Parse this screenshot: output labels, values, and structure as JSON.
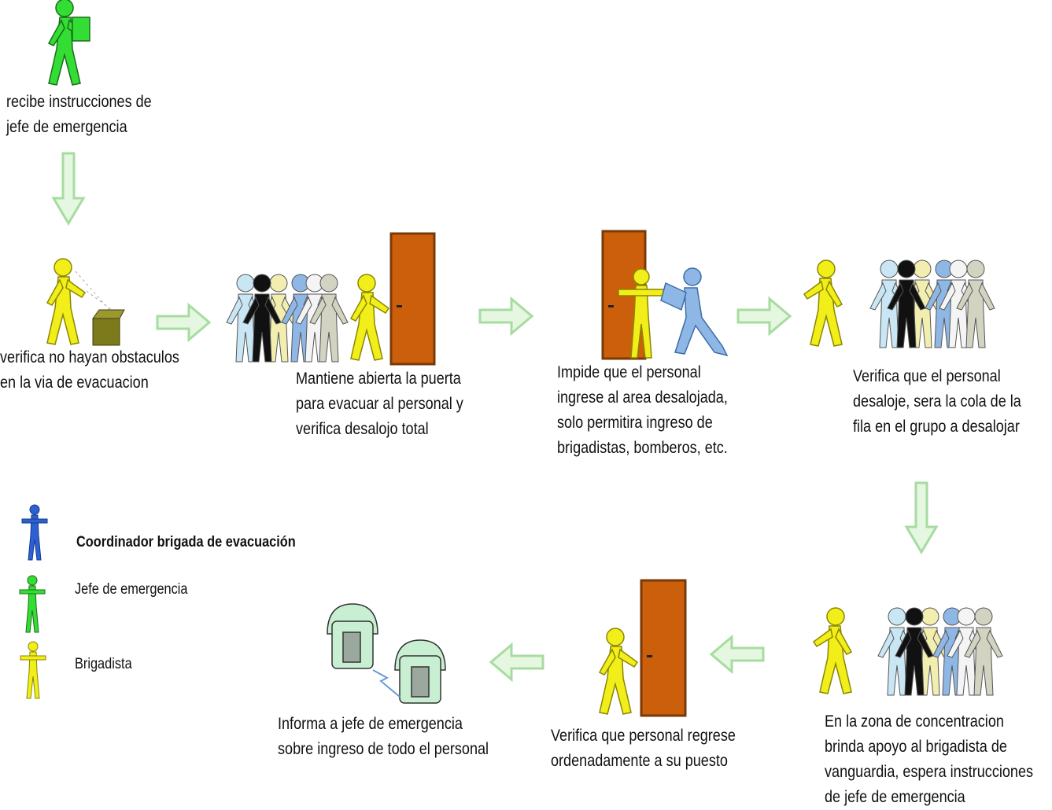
{
  "steps": [
    {
      "id": "step1",
      "lines": [
        "recibe instrucciones de",
        "jefe de emergencia"
      ]
    },
    {
      "id": "step2",
      "lines": [
        "verifica no hayan obstaculos",
        "en la via de evacuacion"
      ]
    },
    {
      "id": "step3",
      "lines": [
        "Mantiene abierta la puerta",
        "para evacuar al personal y",
        "verifica desalojo total"
      ]
    },
    {
      "id": "step4",
      "lines": [
        "Impide que el personal",
        "ingrese al area desalojada,",
        "solo permitira ingreso de",
        "brigadistas, bomberos, etc."
      ]
    },
    {
      "id": "step5",
      "lines": [
        "Verifica que el personal",
        "desaloje, sera la cola de la",
        "fila en el grupo a desalojar"
      ]
    },
    {
      "id": "step6",
      "lines": [
        "En la zona de concentracion",
        "brinda apoyo al brigadista de",
        "vanguardia, espera instrucciones",
        "de jefe de emergencia"
      ]
    },
    {
      "id": "step7",
      "lines": [
        "Verifica que personal regrese",
        "ordenadamente a su puesto"
      ]
    },
    {
      "id": "step8",
      "lines": [
        "Informa a jefe de emergencia",
        "sobre ingreso de todo el personal"
      ]
    }
  ],
  "legend": [
    {
      "label": "Coordinador brigada de evacuación",
      "color": "#2f5fd0"
    },
    {
      "label": "Jefe de emergencia",
      "color": "#33dd33"
    },
    {
      "label": "Brigadista",
      "color": "#f2ee1a"
    }
  ],
  "colors": {
    "arrow_fill": "#e6f7e1",
    "arrow_stroke": "#a7dca0",
    "door": "#cc5f0c",
    "door_frame": "#7a3a08",
    "group": [
      "#c9e6f5",
      "#111111",
      "#f2eeb0",
      "#8fb7e6",
      "#f4f4f4",
      "#d3d3c2"
    ],
    "phone": "#c9efd2",
    "box": "#7d7a1c"
  }
}
